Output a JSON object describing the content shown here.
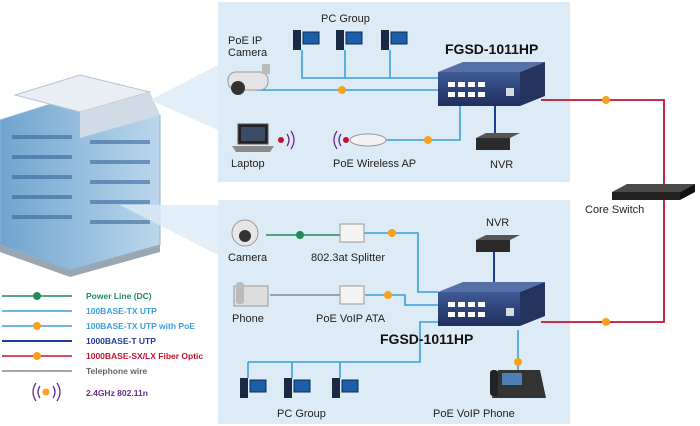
{
  "top": {
    "pc_group": "PC Group",
    "camera_line1": "PoE IP",
    "camera_line2": "Camera",
    "switch": "FGSD-1011HP",
    "laptop": "Laptop",
    "ap": "PoE Wireless AP",
    "nvr": "NVR"
  },
  "core_switch": "Core Switch",
  "bottom": {
    "nvr": "NVR",
    "camera": "Camera",
    "splitter": "802.3at Splitter",
    "phone": "Phone",
    "ata": "PoE VoIP ATA",
    "switch": "FGSD-1011HP",
    "pc_group": "PC Group",
    "voip_phone": "PoE VoIP Phone"
  },
  "legend": [
    {
      "label": "Power Line (DC)",
      "color": "#1f8a5a",
      "badge": "DC"
    },
    {
      "label": "100BASE-TX UTP",
      "color": "#3aa0d8",
      "badge": ""
    },
    {
      "label": "100BASE-TX UTP with PoE",
      "color": "#3aa0d8",
      "badge": "PoE"
    },
    {
      "label": "1000BASE-T UTP",
      "color": "#1a3d9a",
      "badge": ""
    },
    {
      "label": "1000BASE-SX/LX Fiber Optic",
      "color": "#c8102e",
      "badge": "FX"
    },
    {
      "label": "Telephone wire",
      "color": "#8a8a8a",
      "badge": ""
    },
    {
      "label": "2.4GHz 802.11n",
      "color": "#6b2c91",
      "badge": "wifi"
    }
  ],
  "colors": {
    "panel": "#dcebf6",
    "poe_line": "#3aa0d8",
    "gig_line": "#1a3d9a",
    "fiber": "#c8102e",
    "dc": "#1f8a5a",
    "phone_wire": "#8a8a8a",
    "poe_badge": "#f7a21b"
  }
}
